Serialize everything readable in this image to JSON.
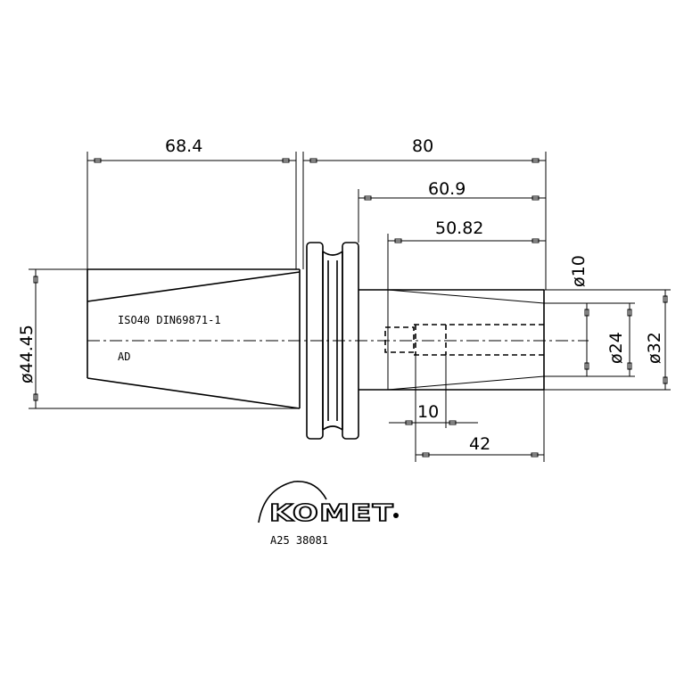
{
  "dimensions": {
    "taper_length": "68.4",
    "overall_length": "80",
    "shank_length": "60.9",
    "bore_depth": "50.82",
    "flange_diameter": "ø44.45",
    "bore_diameter": "ø10",
    "shank_inner_diameter": "ø24",
    "shank_outer_diameter": "ø32",
    "bore_offset": "10",
    "bore_length": "42"
  },
  "notes": {
    "standard": "ISO40 DIN69871-1",
    "form": "AD"
  },
  "brand": {
    "name": "KOMET",
    "part_number": "A25 38081"
  }
}
